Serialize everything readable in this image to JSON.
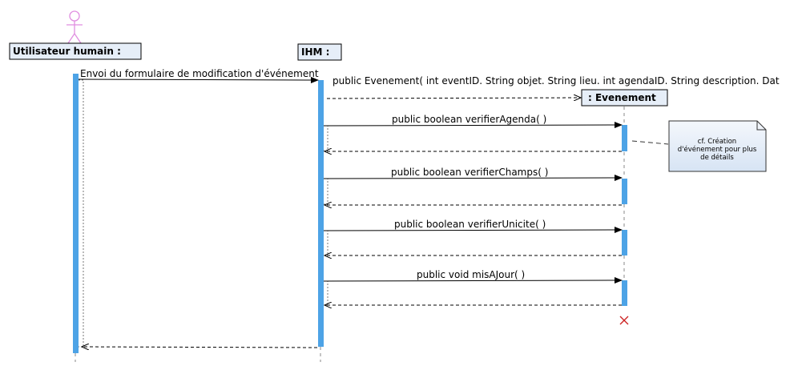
{
  "participants": {
    "user": {
      "name": "Utilisateur humain :"
    },
    "ihm": {
      "name": "IHM :"
    },
    "event": {
      "name": ": Evenement"
    }
  },
  "messages": {
    "send_form": "Envoi du formulaire de modification d'événement",
    "create": "public Evenement( int eventID. String objet. String lieu. int agendaID. String description. Dat",
    "verifier_agenda": "public boolean  verifierAgenda(   )",
    "verifier_champs": "public boolean  verifierChamps(   )",
    "verifier_unicite": "public boolean  verifierUnicite(   )",
    "mis_a_jour": "public void  misAJour(   )"
  },
  "note": {
    "lines": [
      "cf. Création",
      "d'événement pour plus",
      "de détails"
    ]
  },
  "colors": {
    "activation": "#4da3e6",
    "header_fill": "#e6eef8",
    "actor": "#e08ee0",
    "note_fill": "#e9f0fa",
    "destroy": "#cc2222"
  }
}
